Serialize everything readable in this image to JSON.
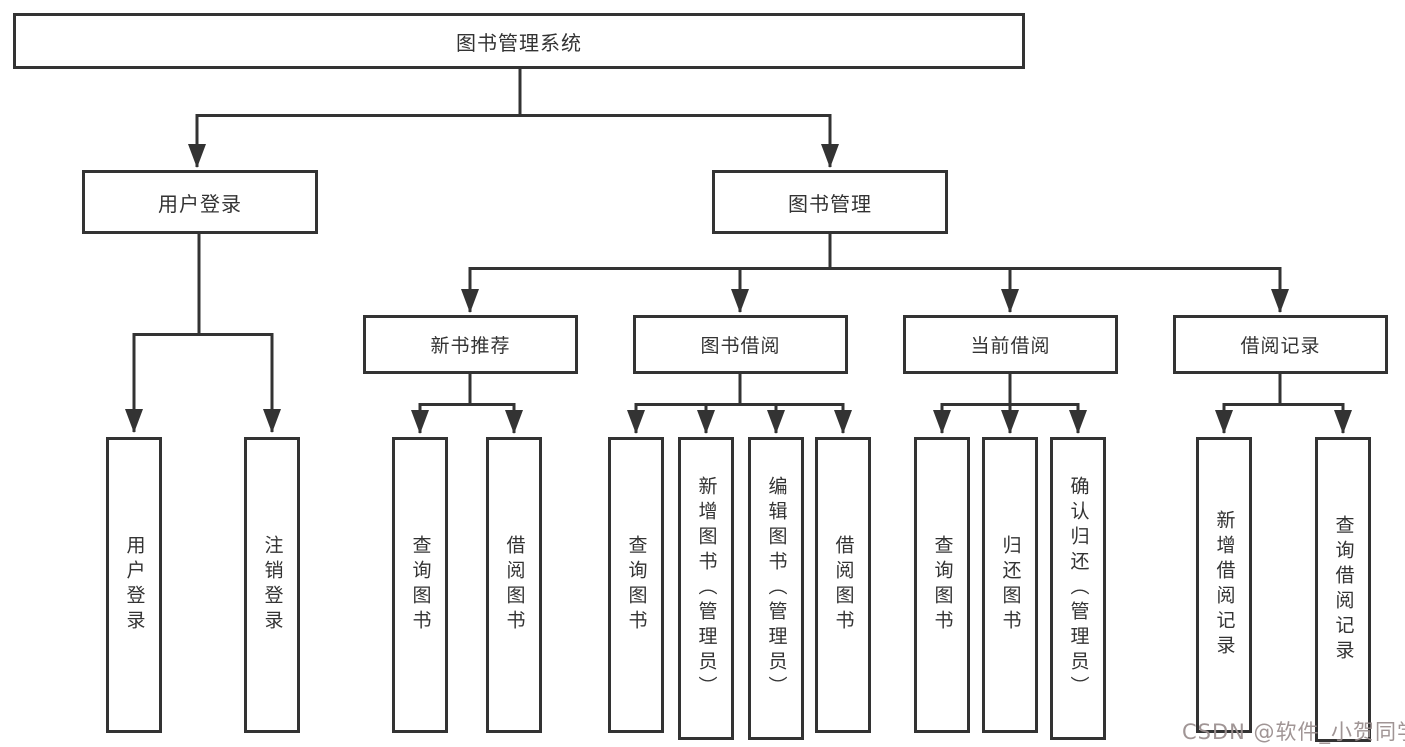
{
  "diagram": {
    "title": "图书管理系统",
    "root": {
      "label": "图书管理系统"
    },
    "level1": [
      {
        "id": "user-login",
        "label": "用户登录",
        "parent": "图书管理系统"
      },
      {
        "id": "book-management",
        "label": "图书管理",
        "parent": "图书管理系统"
      }
    ],
    "level2": [
      {
        "id": "new-book-recommend",
        "label": "新书推荐",
        "parent": "图书管理"
      },
      {
        "id": "book-borrow",
        "label": "图书借阅",
        "parent": "图书管理"
      },
      {
        "id": "current-borrow",
        "label": "当前借阅",
        "parent": "图书管理"
      },
      {
        "id": "borrow-record",
        "label": "借阅记录",
        "parent": "图书管理"
      }
    ],
    "leaves": [
      {
        "id": "user-login-leaf",
        "label": "用户登录",
        "parent": "用户登录"
      },
      {
        "id": "logout",
        "label": "注销登录",
        "parent": "用户登录"
      },
      {
        "id": "query-book-1",
        "label": "查询图书",
        "parent": "新书推荐"
      },
      {
        "id": "borrow-book-1",
        "label": "借阅图书",
        "parent": "新书推荐"
      },
      {
        "id": "query-book-2",
        "label": "查询图书",
        "parent": "图书借阅"
      },
      {
        "id": "add-book-admin",
        "label": "新增图书（管理员）",
        "parent": "图书借阅"
      },
      {
        "id": "edit-book-admin",
        "label": "编辑图书（管理员）",
        "parent": "图书借阅"
      },
      {
        "id": "borrow-book-2",
        "label": "借阅图书",
        "parent": "图书借阅"
      },
      {
        "id": "query-book-3",
        "label": "查询图书",
        "parent": "当前借阅"
      },
      {
        "id": "return-book",
        "label": "归还图书",
        "parent": "当前借阅"
      },
      {
        "id": "confirm-return-admin",
        "label": "确认归还（管理员）",
        "parent": "当前借阅"
      },
      {
        "id": "add-borrow-record",
        "label": "新增借阅记录",
        "parent": "借阅记录"
      },
      {
        "id": "query-borrow-record",
        "label": "查询借阅记录",
        "parent": "借阅记录"
      }
    ]
  },
  "watermark": {
    "text": "CSDN @软件_小贺同学"
  },
  "colors": {
    "line": "#333333",
    "box_border": "#333333",
    "box_fill": "#ffffff",
    "text": "#333333",
    "background": "#ffffff",
    "watermark": "#9b8f8f"
  }
}
